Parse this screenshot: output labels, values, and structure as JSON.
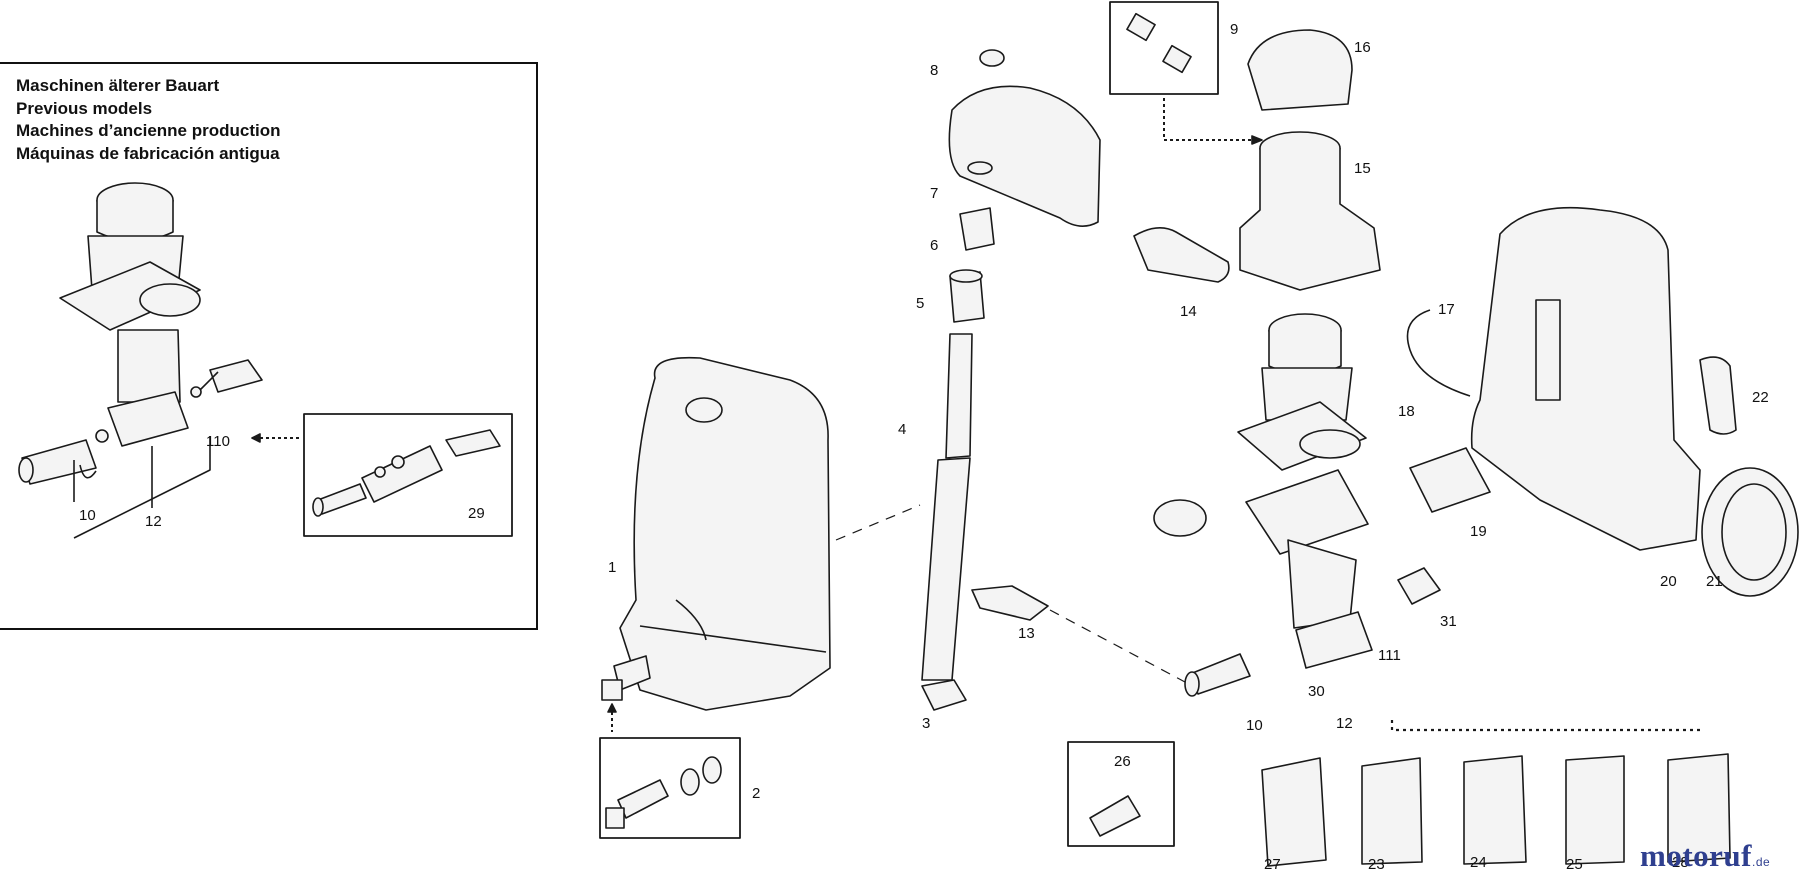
{
  "legend": {
    "line1": "Maschinen älterer Bauart",
    "line2": "Previous models",
    "line3": "Machines d’ancienne production",
    "line4": "Máquinas de fabricación antigua"
  },
  "callouts": {
    "c1": "1",
    "c2": "2",
    "c3": "3",
    "c4": "4",
    "c5": "5",
    "c6": "6",
    "c7": "7",
    "c8": "8",
    "c9": "9",
    "c10_inset": "10",
    "c10_main": "10",
    "c12_inset": "12",
    "c12_main": "12",
    "c13": "13",
    "c14": "14",
    "c15": "15",
    "c16": "16",
    "c17": "17",
    "c18": "18",
    "c19": "19",
    "c20": "20",
    "c21": "21",
    "c22": "22",
    "c23": "23",
    "c24": "24",
    "c25": "25",
    "c26": "26",
    "c27": "27",
    "c28": "28",
    "c29": "29",
    "c30": "30",
    "c31": "31",
    "c110": "110",
    "c111": "111"
  },
  "brand": {
    "name": "motoruf",
    "tld": ".de"
  },
  "colors": {
    "line": "#1a1a1a",
    "part_fill": "#f4f4f4",
    "brand": "#2f3f8f",
    "brand_accent": "#e07a1f"
  }
}
